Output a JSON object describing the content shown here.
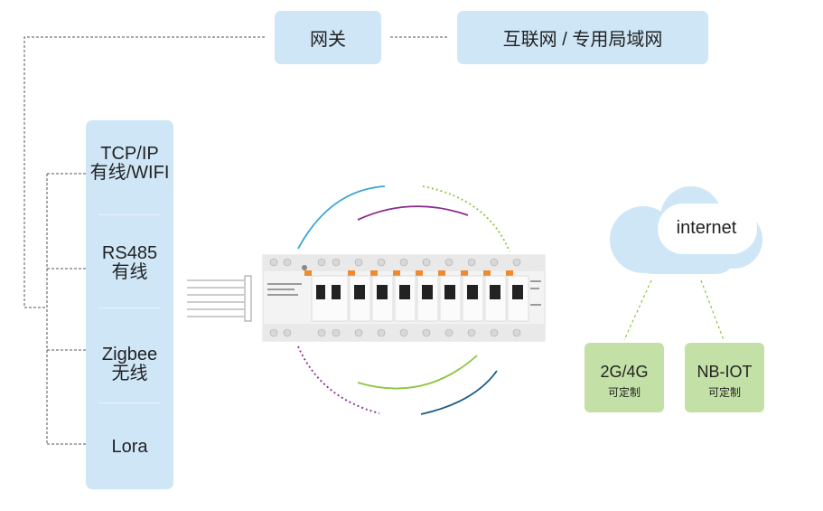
{
  "gateway": {
    "label": "网关"
  },
  "network": {
    "label": "互联网 / 专用局域网"
  },
  "protocols": [
    {
      "main": "TCP/IP",
      "sub": "有线/WIFI"
    },
    {
      "main": "RS485",
      "sub": "有线"
    },
    {
      "main": "Zigbee",
      "sub": "无线"
    },
    {
      "main": "Lora",
      "sub": ""
    }
  ],
  "cloud": {
    "label": "internet"
  },
  "cellular": {
    "main": "2G/4G",
    "sub": "可定制"
  },
  "nbiot": {
    "main": "NB-IOT",
    "sub": "可定制"
  },
  "colors": {
    "box_blue": "#cfe6f7",
    "box_green": "#c3e0a6",
    "cloud": "#cfe6f7",
    "arc_blue": "#3aa6d4",
    "arc_purple": "#8b2a8f",
    "arc_green": "#8cc63f",
    "arc_navy": "#1c5a86",
    "accent_orange": "#f08a2e"
  }
}
